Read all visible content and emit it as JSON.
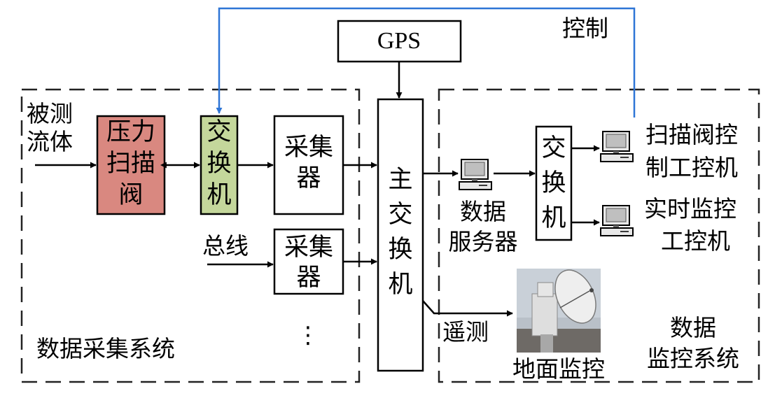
{
  "colors": {
    "pressure_scanner_fill": "#d98880",
    "switch_fill": "#c4d79b",
    "control_line": "#2e75d6",
    "line": "#000000"
  },
  "labels": {
    "control": "控制",
    "gps": "GPS",
    "measured_fluid_1": "被测",
    "measured_fluid_2": "流体",
    "pressure_scanner_1": "压力",
    "pressure_scanner_2": "扫描",
    "pressure_scanner_3": "阀",
    "switch_left": [
      "交",
      "换",
      "机"
    ],
    "collector_1": [
      "采集",
      "器"
    ],
    "bus": "总线",
    "collector_2": [
      "采集",
      "器"
    ],
    "ellipsis": "⋮",
    "acquisition_system": "数据采集系统",
    "main_switch": [
      "主",
      "交",
      "换",
      "机"
    ],
    "data_server_1": "数据",
    "data_server_2": "服务器",
    "switch_right": [
      "交",
      "换",
      "机"
    ],
    "scanner_ipc_1": "扫描阀控",
    "scanner_ipc_2": "制工控机",
    "realtime_ipc_1": "实时监控",
    "realtime_ipc_2": "工控机",
    "telemetry": "遥测",
    "ground_monitor": "地面监控",
    "monitor_system_1": "数据",
    "monitor_system_2": "监控系统"
  }
}
